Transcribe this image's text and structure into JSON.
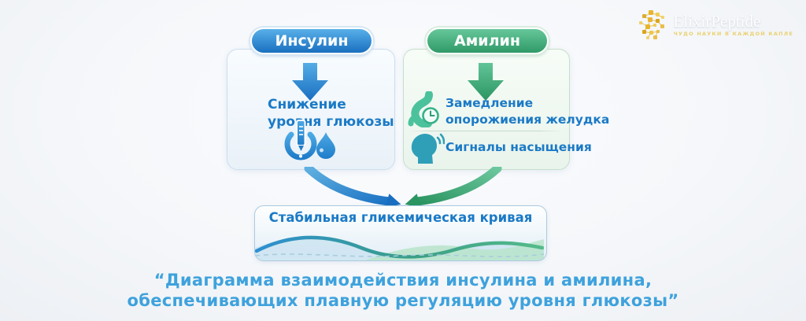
{
  "logo": {
    "brand": "ElixirPeptide",
    "tagline": "ЧУДО НАУКИ В КАЖДОЙ КАПЛЕ"
  },
  "insulin_card": {
    "title": "Инсулин",
    "effect_line1": "Снижение",
    "effect_line2": "уровня глюкозы"
  },
  "amylin_card": {
    "title": "Амилин",
    "items": [
      {
        "icon": "stomach-clock-icon",
        "line1": "Замедление",
        "line2": "опорожиения желудка"
      },
      {
        "icon": "head-signal-icon",
        "line1": "Сигналы насыщения"
      }
    ]
  },
  "result_box": {
    "title": "Стабильная гликемическая кривая"
  },
  "caption": {
    "line1": "“Диаграмма взаимодействия инсулина и амилина,",
    "line2": "обеспечивающих плавную регуляцию уровня глюкозы”"
  },
  "colors": {
    "insulin_blue": "#1a6fc0",
    "amylin_green": "#2f9a67",
    "text_blue": "#1b7ac6",
    "caption_blue": "#3ea2dd",
    "logo_gold": "#e8b52f",
    "wave_blue": "#2e8fd2",
    "wave_green": "#55bb8b"
  }
}
